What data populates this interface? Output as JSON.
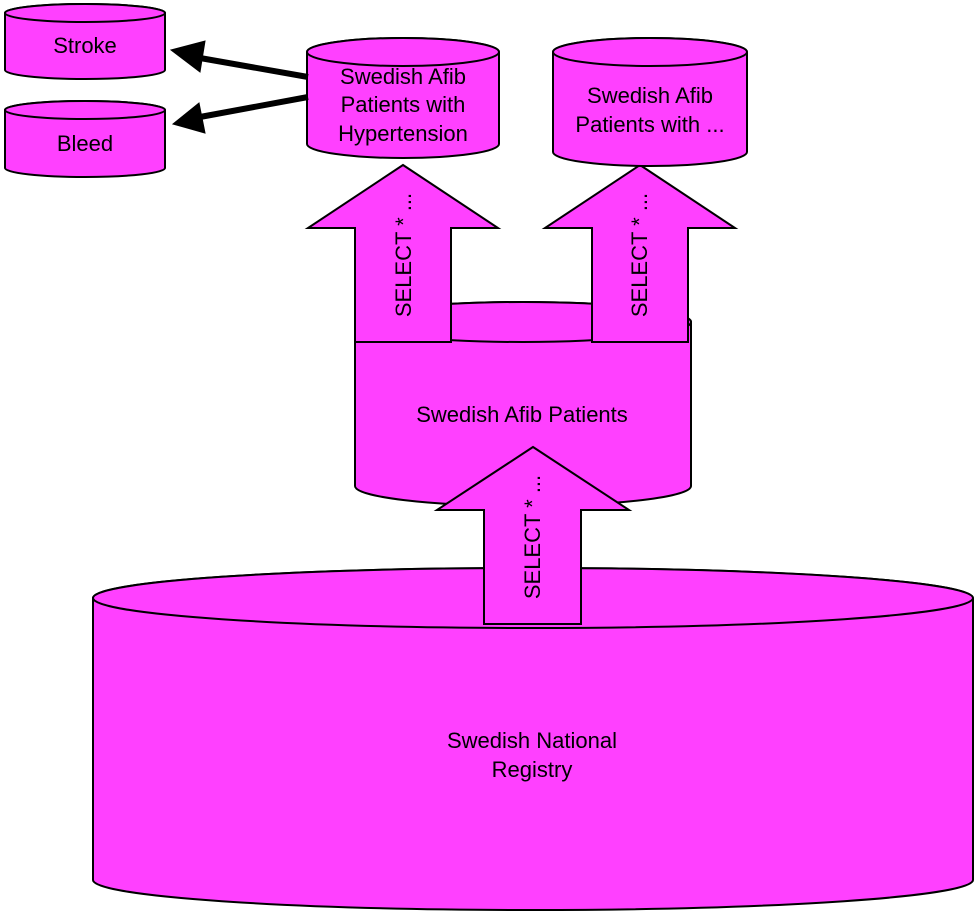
{
  "colors": {
    "fill": "#ff40ff",
    "stroke": "#000000"
  },
  "databases": {
    "registry": {
      "line1": "Swedish National",
      "line2": "Registry"
    },
    "afib": {
      "label": "Swedish Afib Patients"
    },
    "hypertension": {
      "line1": "Swedish Afib",
      "line2": "Patients with",
      "line3": "Hypertension"
    },
    "other": {
      "line1": "Swedish Afib",
      "line2": "Patients with ..."
    },
    "stroke": {
      "label": "Stroke"
    },
    "bleed": {
      "label": "Bleed"
    }
  },
  "queries": {
    "registry_to_afib": "SELECT * ...",
    "afib_to_hypertension": "SELECT * ...",
    "afib_to_other": "SELECT * ..."
  }
}
